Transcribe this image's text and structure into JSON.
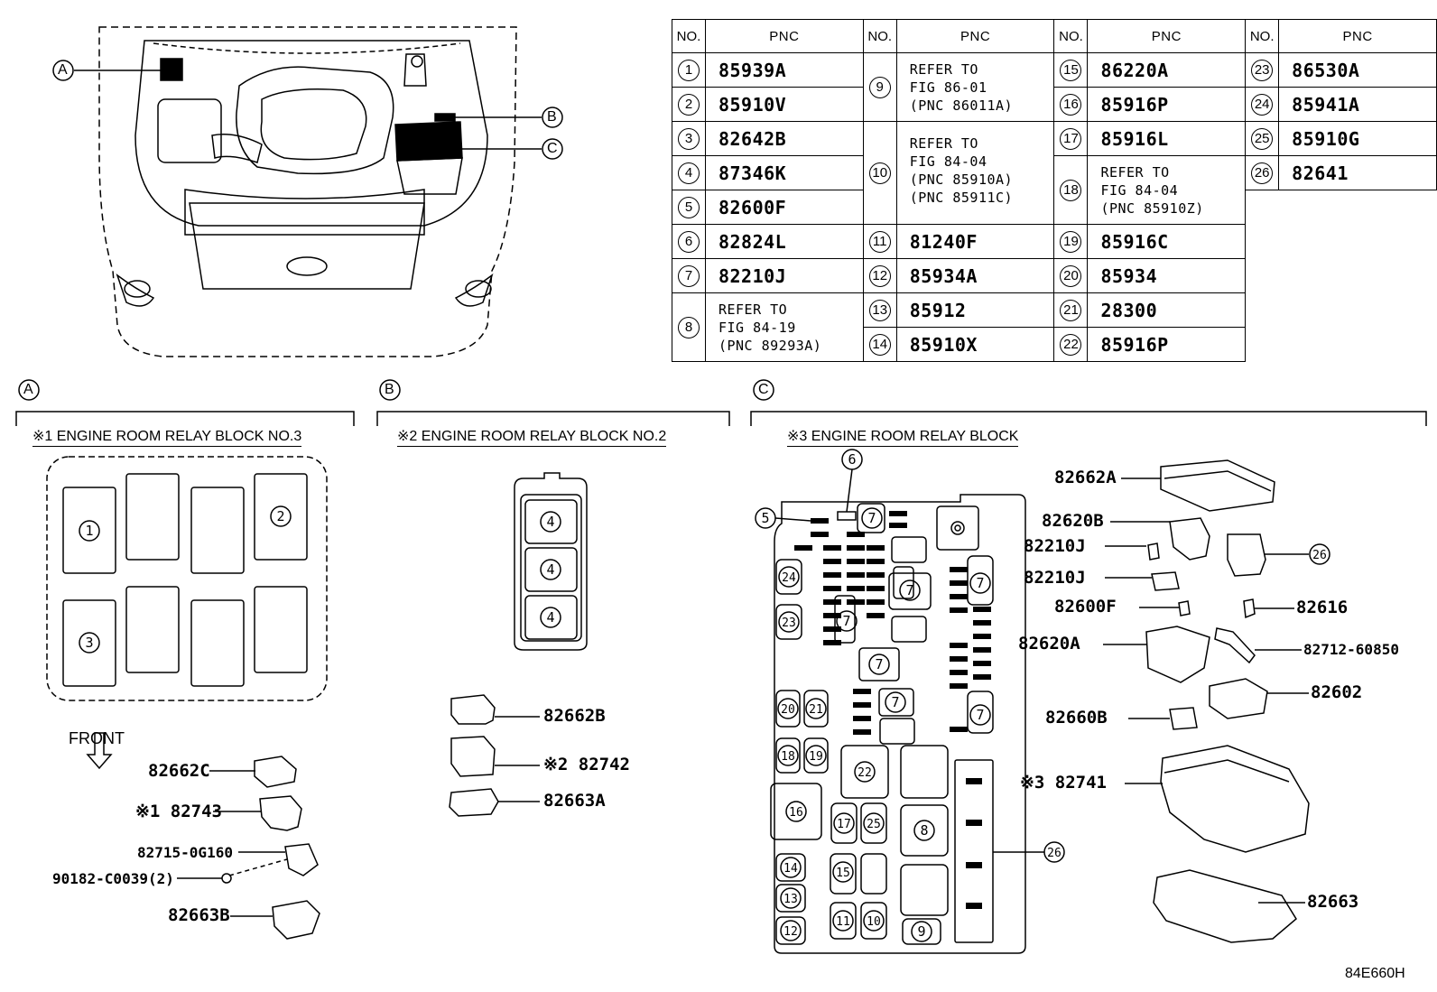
{
  "table": {
    "headers": [
      "NO.",
      "PNC",
      "NO.",
      "PNC",
      "NO.",
      "PNC",
      "NO.",
      "PNC"
    ],
    "rows": [
      {
        "no": "1",
        "pnc": "85939A"
      },
      {
        "no": "2",
        "pnc": "85910V"
      },
      {
        "no": "3",
        "pnc": "82642B"
      },
      {
        "no": "4",
        "pnc": "87346K"
      },
      {
        "no": "5",
        "pnc": "82600F"
      },
      {
        "no": "6",
        "pnc": "82824L"
      },
      {
        "no": "7",
        "pnc": "82210J"
      },
      {
        "no": "8",
        "pnc": "REFER TO FIG 84-19 (PNC 89293A)",
        "ref": [
          "REFER TO",
          "FIG 84-19",
          "(PNC 89293A)"
        ]
      },
      {
        "no": "9",
        "pnc": "REFER TO FIG 86-01 (PNC 86011A)",
        "ref": [
          "REFER TO",
          "FIG 86-01",
          "(PNC 86011A)"
        ]
      },
      {
        "no": "10",
        "pnc": "REFER TO FIG 84-04 (PNC 85910A) (PNC 85911C)",
        "ref": [
          "REFER TO",
          "FIG 84-04",
          "(PNC 85910A)",
          "(PNC 85911C)"
        ]
      },
      {
        "no": "11",
        "pnc": "81240F"
      },
      {
        "no": "12",
        "pnc": "85934A"
      },
      {
        "no": "13",
        "pnc": "85912"
      },
      {
        "no": "14",
        "pnc": "85910X"
      },
      {
        "no": "15",
        "pnc": "86220A"
      },
      {
        "no": "16",
        "pnc": "85916P"
      },
      {
        "no": "17",
        "pnc": "85916L"
      },
      {
        "no": "18",
        "pnc": "REFER TO FIG 84-04 (PNC 85910Z)",
        "ref": [
          "REFER TO",
          "FIG 84-04",
          "(PNC 85910Z)"
        ]
      },
      {
        "no": "19",
        "pnc": "85916C"
      },
      {
        "no": "20",
        "pnc": "85934"
      },
      {
        "no": "21",
        "pnc": "28300"
      },
      {
        "no": "22",
        "pnc": "85916P"
      },
      {
        "no": "23",
        "pnc": "86530A"
      },
      {
        "no": "24",
        "pnc": "85941A"
      },
      {
        "no": "25",
        "pnc": "85910G"
      },
      {
        "no": "26",
        "pnc": "82641"
      }
    ]
  },
  "callouts": {
    "a": "A",
    "b": "B",
    "c": "C"
  },
  "sections": {
    "a": {
      "letter": "A",
      "title": "※1 ENGINE ROOM RELAY BLOCK NO.3"
    },
    "b": {
      "letter": "B",
      "title": "※2 ENGINE ROOM RELAY BLOCK NO.2"
    },
    "c": {
      "letter": "C",
      "title": "※3 ENGINE ROOM RELAY BLOCK"
    }
  },
  "front_label": "FRONT",
  "parts_a": [
    "82662C",
    "※1 82743",
    "82715-0G160",
    "90182-C0039(2)",
    "82663B"
  ],
  "parts_b": [
    "82662B",
    "※2 82742",
    "82663A"
  ],
  "parts_c": [
    "82662A",
    "82620B",
    "82210J",
    "82210J",
    "82600F",
    "82616",
    "82620A",
    "82712-60850",
    "82602",
    "82660B",
    "※3 82741",
    "82663"
  ],
  "figure_id": "84E660H"
}
